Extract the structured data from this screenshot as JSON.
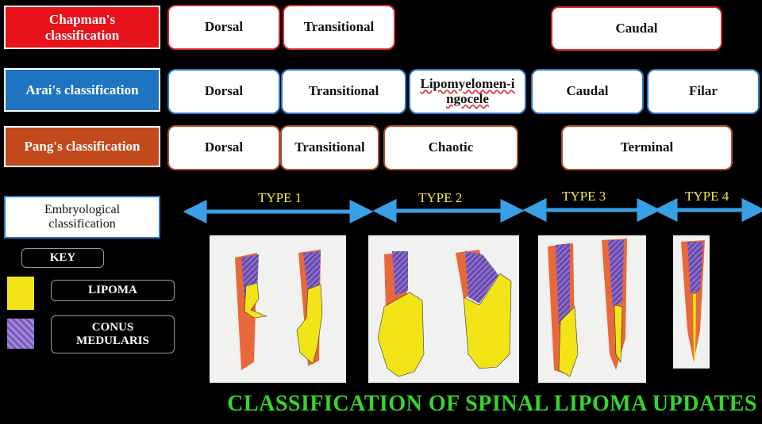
{
  "rows": {
    "chapman": {
      "label": "Chapman's classification",
      "cells": [
        "Dorsal",
        "Transitional",
        "Caudal"
      ]
    },
    "arai": {
      "label": "Arai's classification",
      "cells": [
        "Dorsal",
        "Transitional",
        "Lipomyelomen-ingocele",
        "Caudal",
        "Filar"
      ]
    },
    "pang": {
      "label": "Pang's classification",
      "cells": [
        "Dorsal",
        "Transitional",
        "Chaotic",
        "Terminal"
      ]
    },
    "embryo": {
      "label": "Embryological classification"
    }
  },
  "types": [
    "TYPE 1",
    "TYPE 2",
    "TYPE 3",
    "TYPE 4"
  ],
  "key": {
    "title": "KEY",
    "lipoma": "LIPOMA",
    "conus": "CONUS MEDULARIS"
  },
  "title": "CLASSIFICATION OF SPINAL LIPOMA UPDATES",
  "colors": {
    "chapman": "#e8121a",
    "arai": "#1f74c1",
    "pang": "#c24a1c",
    "lipoma": "#f2e417",
    "conus": "#8a6ac8",
    "arrow": "#3aa0e6",
    "title": "#35d62b"
  }
}
